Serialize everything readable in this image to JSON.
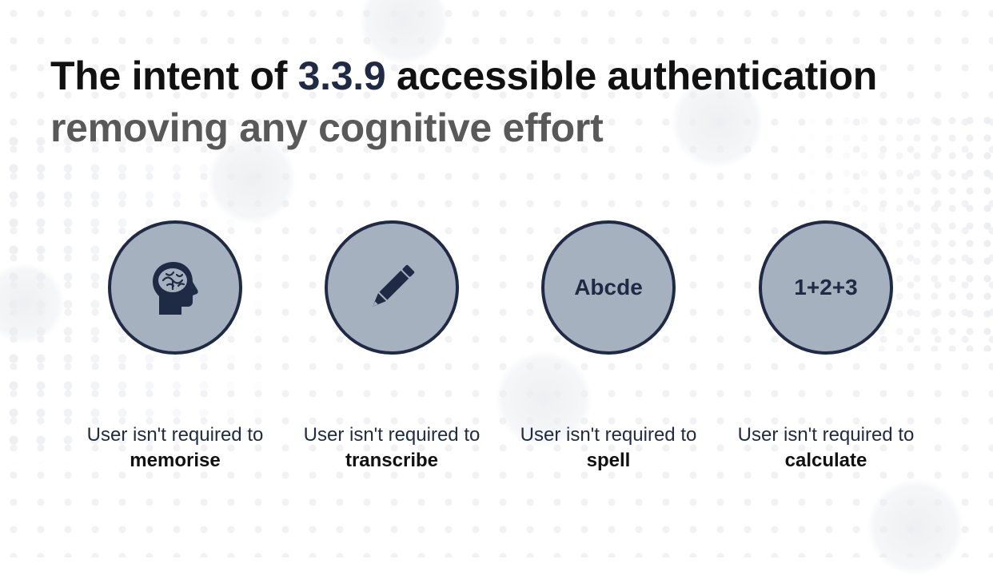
{
  "title": {
    "prefix": "The intent of ",
    "accent": "3.3.9",
    "suffix": " accessible authentication",
    "accent_color": "#1f2b45"
  },
  "subtitle": "removing any cognitive effort",
  "colors": {
    "circle_fill": "#a5b1bf",
    "circle_border": "#1f2b45",
    "title_text": "#111111",
    "subtitle_text": "#595959"
  },
  "items": [
    {
      "icon": "brain-head-icon",
      "symbol_text": "",
      "caption": "User isn't required to",
      "emphasis": "memorise"
    },
    {
      "icon": "pencil-icon",
      "symbol_text": "",
      "caption": "User isn't required to",
      "emphasis": "transcribe"
    },
    {
      "icon": "text-symbol",
      "symbol_text": "Abcde",
      "caption": "User isn't required to",
      "emphasis": "spell"
    },
    {
      "icon": "math-symbol",
      "symbol_text": "1+2+3",
      "caption": "User isn't required to",
      "emphasis": "calculate"
    }
  ]
}
